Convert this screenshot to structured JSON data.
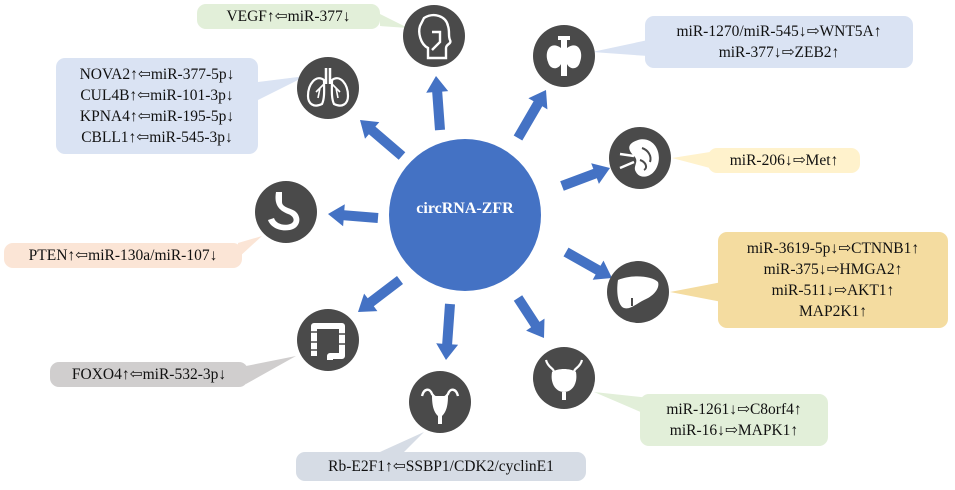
{
  "center": {
    "label": "circRNA-ZFR"
  },
  "colors": {
    "center_fill": "#4472c4",
    "arrow": "#4472c4",
    "icon_circle": "#4a4a4a",
    "green_box": "#e2efd9",
    "blue_box": "#dae3f3",
    "yellow_box": "#fff2cc",
    "orange_box": "#fbe5d6",
    "gold_box": "#f4dca0",
    "gray_box": "#d0cece",
    "lavender_box": "#d6dce5"
  },
  "organs": [
    {
      "id": "throat",
      "icon": "throat-icon",
      "box_color": "green_box",
      "lines": [
        "VEGF↑⇦miR-377↓"
      ]
    },
    {
      "id": "thyroid",
      "icon": "thyroid-icon",
      "box_color": "blue_box",
      "lines": [
        "miR-1270/miR-545↓⇨WNT5A↑",
        "miR-377↓⇨ZEB2↑"
      ]
    },
    {
      "id": "lung",
      "icon": "lung-icon",
      "box_color": "blue_box",
      "lines": [
        "NOVA2↑⇦miR-377-5p↓",
        "CUL4B↑⇦miR-101-3p↓",
        "KPNA4↑⇦miR-195-5p↓",
        "CBLL1↑⇦miR-545-3p↓"
      ]
    },
    {
      "id": "kidney",
      "icon": "kidney-icon",
      "box_color": "yellow_box",
      "lines": [
        "miR-206↓⇨Met↑"
      ]
    },
    {
      "id": "stomach",
      "icon": "stomach-icon",
      "box_color": "orange_box",
      "lines": [
        "PTEN↑⇦miR-130a/miR-107↓"
      ]
    },
    {
      "id": "liver",
      "icon": "liver-icon",
      "box_color": "gold_box",
      "lines": [
        "miR-3619-5p↓⇨CTNNB1↑",
        "miR-375↓⇨HMGA2↑",
        "miR-511↓⇨AKT1↑",
        "MAP2K1↑"
      ]
    },
    {
      "id": "colon",
      "icon": "colon-icon",
      "box_color": "gray_box",
      "lines": [
        "FOXO4↑⇦miR-532-3p↓"
      ]
    },
    {
      "id": "bladder",
      "icon": "bladder-icon",
      "box_color": "green_box",
      "lines": [
        "miR-1261↓⇨C8orf4↑",
        "miR-16↓⇨MAPK1↑"
      ]
    },
    {
      "id": "uterus",
      "icon": "uterus-icon",
      "box_color": "lavender_box",
      "lines": [
        "Rb-E2F1↑⇦SSBP1/CDK2/cyclinE1"
      ]
    }
  ]
}
